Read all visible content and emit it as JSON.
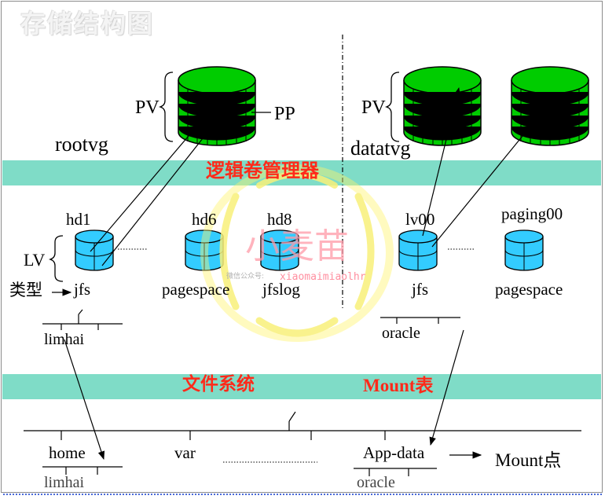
{
  "title": "存储结构图",
  "vg": {
    "rootvg": "rootvg",
    "datatvg": "datatvg",
    "pv": "PV",
    "pp": "PP"
  },
  "bands": {
    "lvm": "逻辑卷管理器",
    "fs": "文件系统",
    "mount_table": "Mount表"
  },
  "lv": {
    "marker": "LV",
    "type_label": "类型",
    "items": [
      {
        "name": "hd1",
        "type": "jfs"
      },
      {
        "name": "hd6",
        "type": "pagespace"
      },
      {
        "name": "hd8",
        "type": "jfslog"
      },
      {
        "name": "lv00",
        "type": "jfs"
      },
      {
        "name": "paging00",
        "type": "pagespace"
      }
    ]
  },
  "mounted_fs": {
    "left": "limhai",
    "right": "oracle"
  },
  "tree": {
    "home": "home",
    "var": "var",
    "app": "App-data",
    "mount_point": "Mount点",
    "home_child": "limhai",
    "app_child": "oracle"
  },
  "watermark": {
    "main": "小麦苗",
    "sub_prefix": "微信公众号:",
    "sub_id": "xiaomaimiaolhr"
  },
  "colors": {
    "disk_green": "#00cc00",
    "lv_blue": "#33ccff",
    "band": "#7fdcc7",
    "accent_red": "#ff2a1a"
  }
}
